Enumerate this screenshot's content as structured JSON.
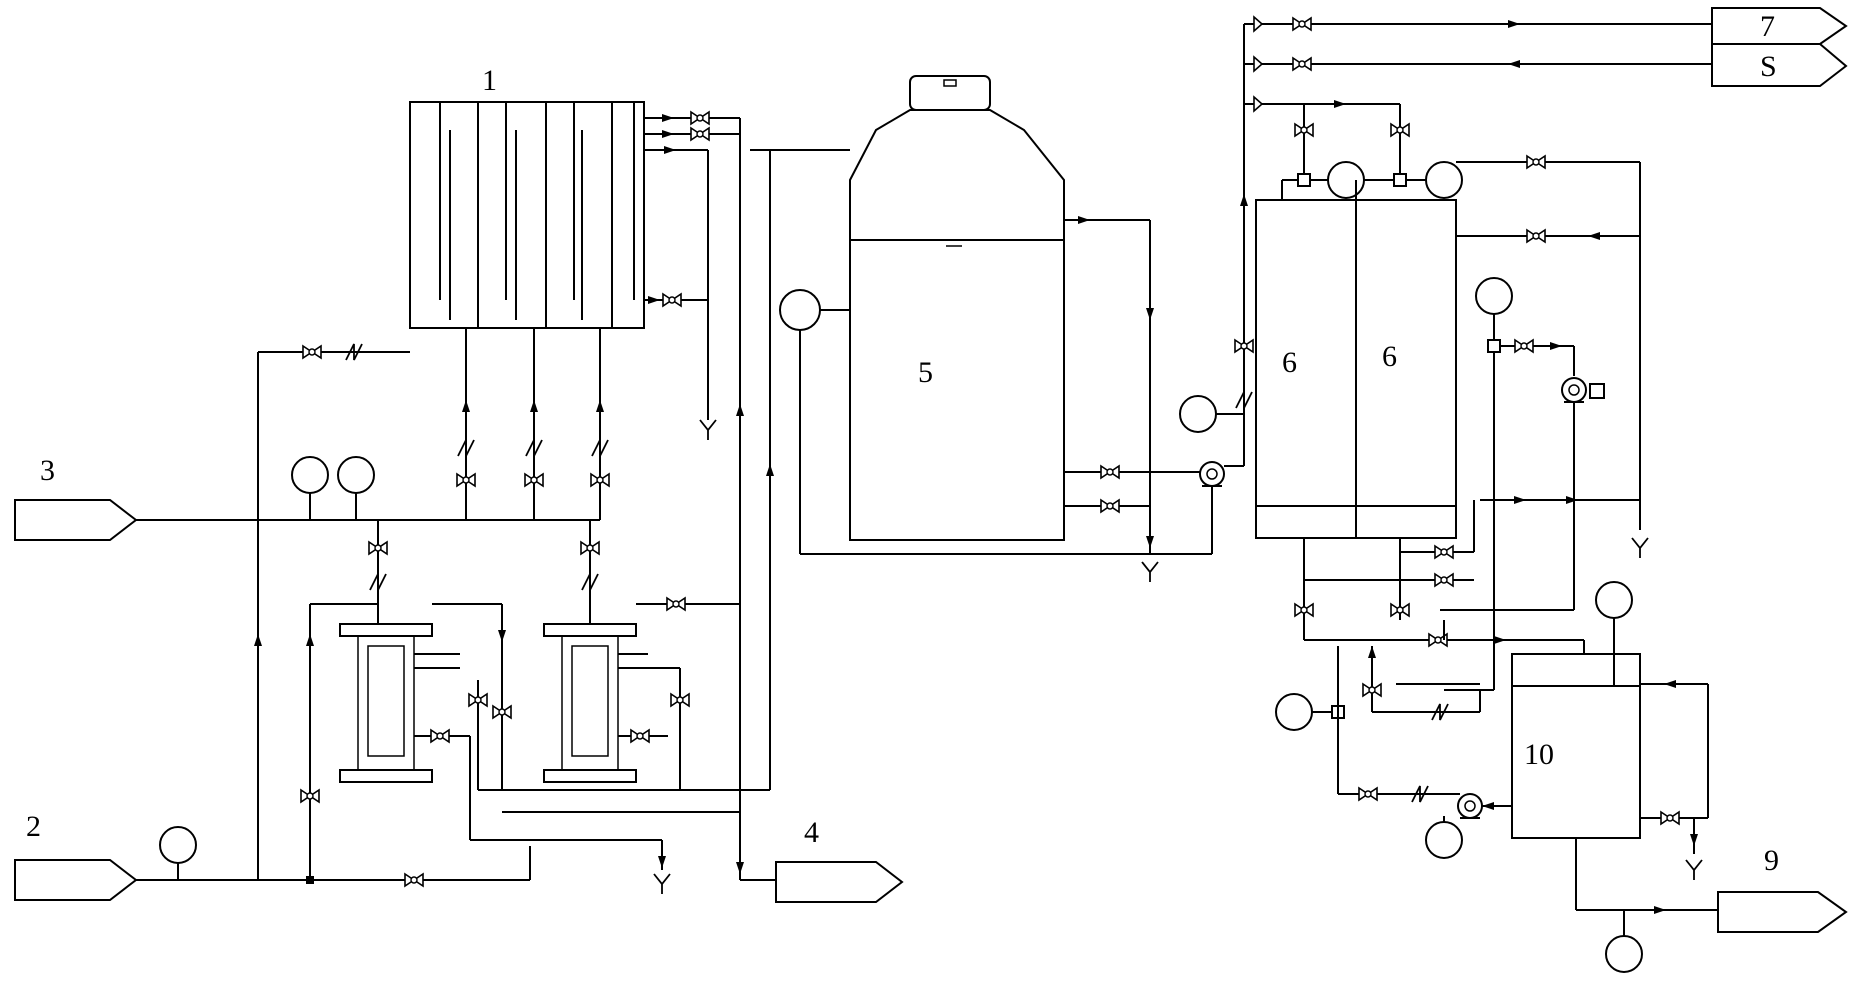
{
  "diagram": {
    "labels": {
      "unit_1": "1",
      "inlet_2": "2",
      "inlet_3": "3",
      "outlet_4": "4",
      "tank_5": "5",
      "column_6a": "6",
      "column_6b": "6",
      "outlet_7": "7",
      "outlet_8": "S",
      "outlet_9": "9",
      "tank_10": "10"
    },
    "drain_symbol": "Y",
    "line_color": "#000000",
    "background": "#ffffff"
  }
}
